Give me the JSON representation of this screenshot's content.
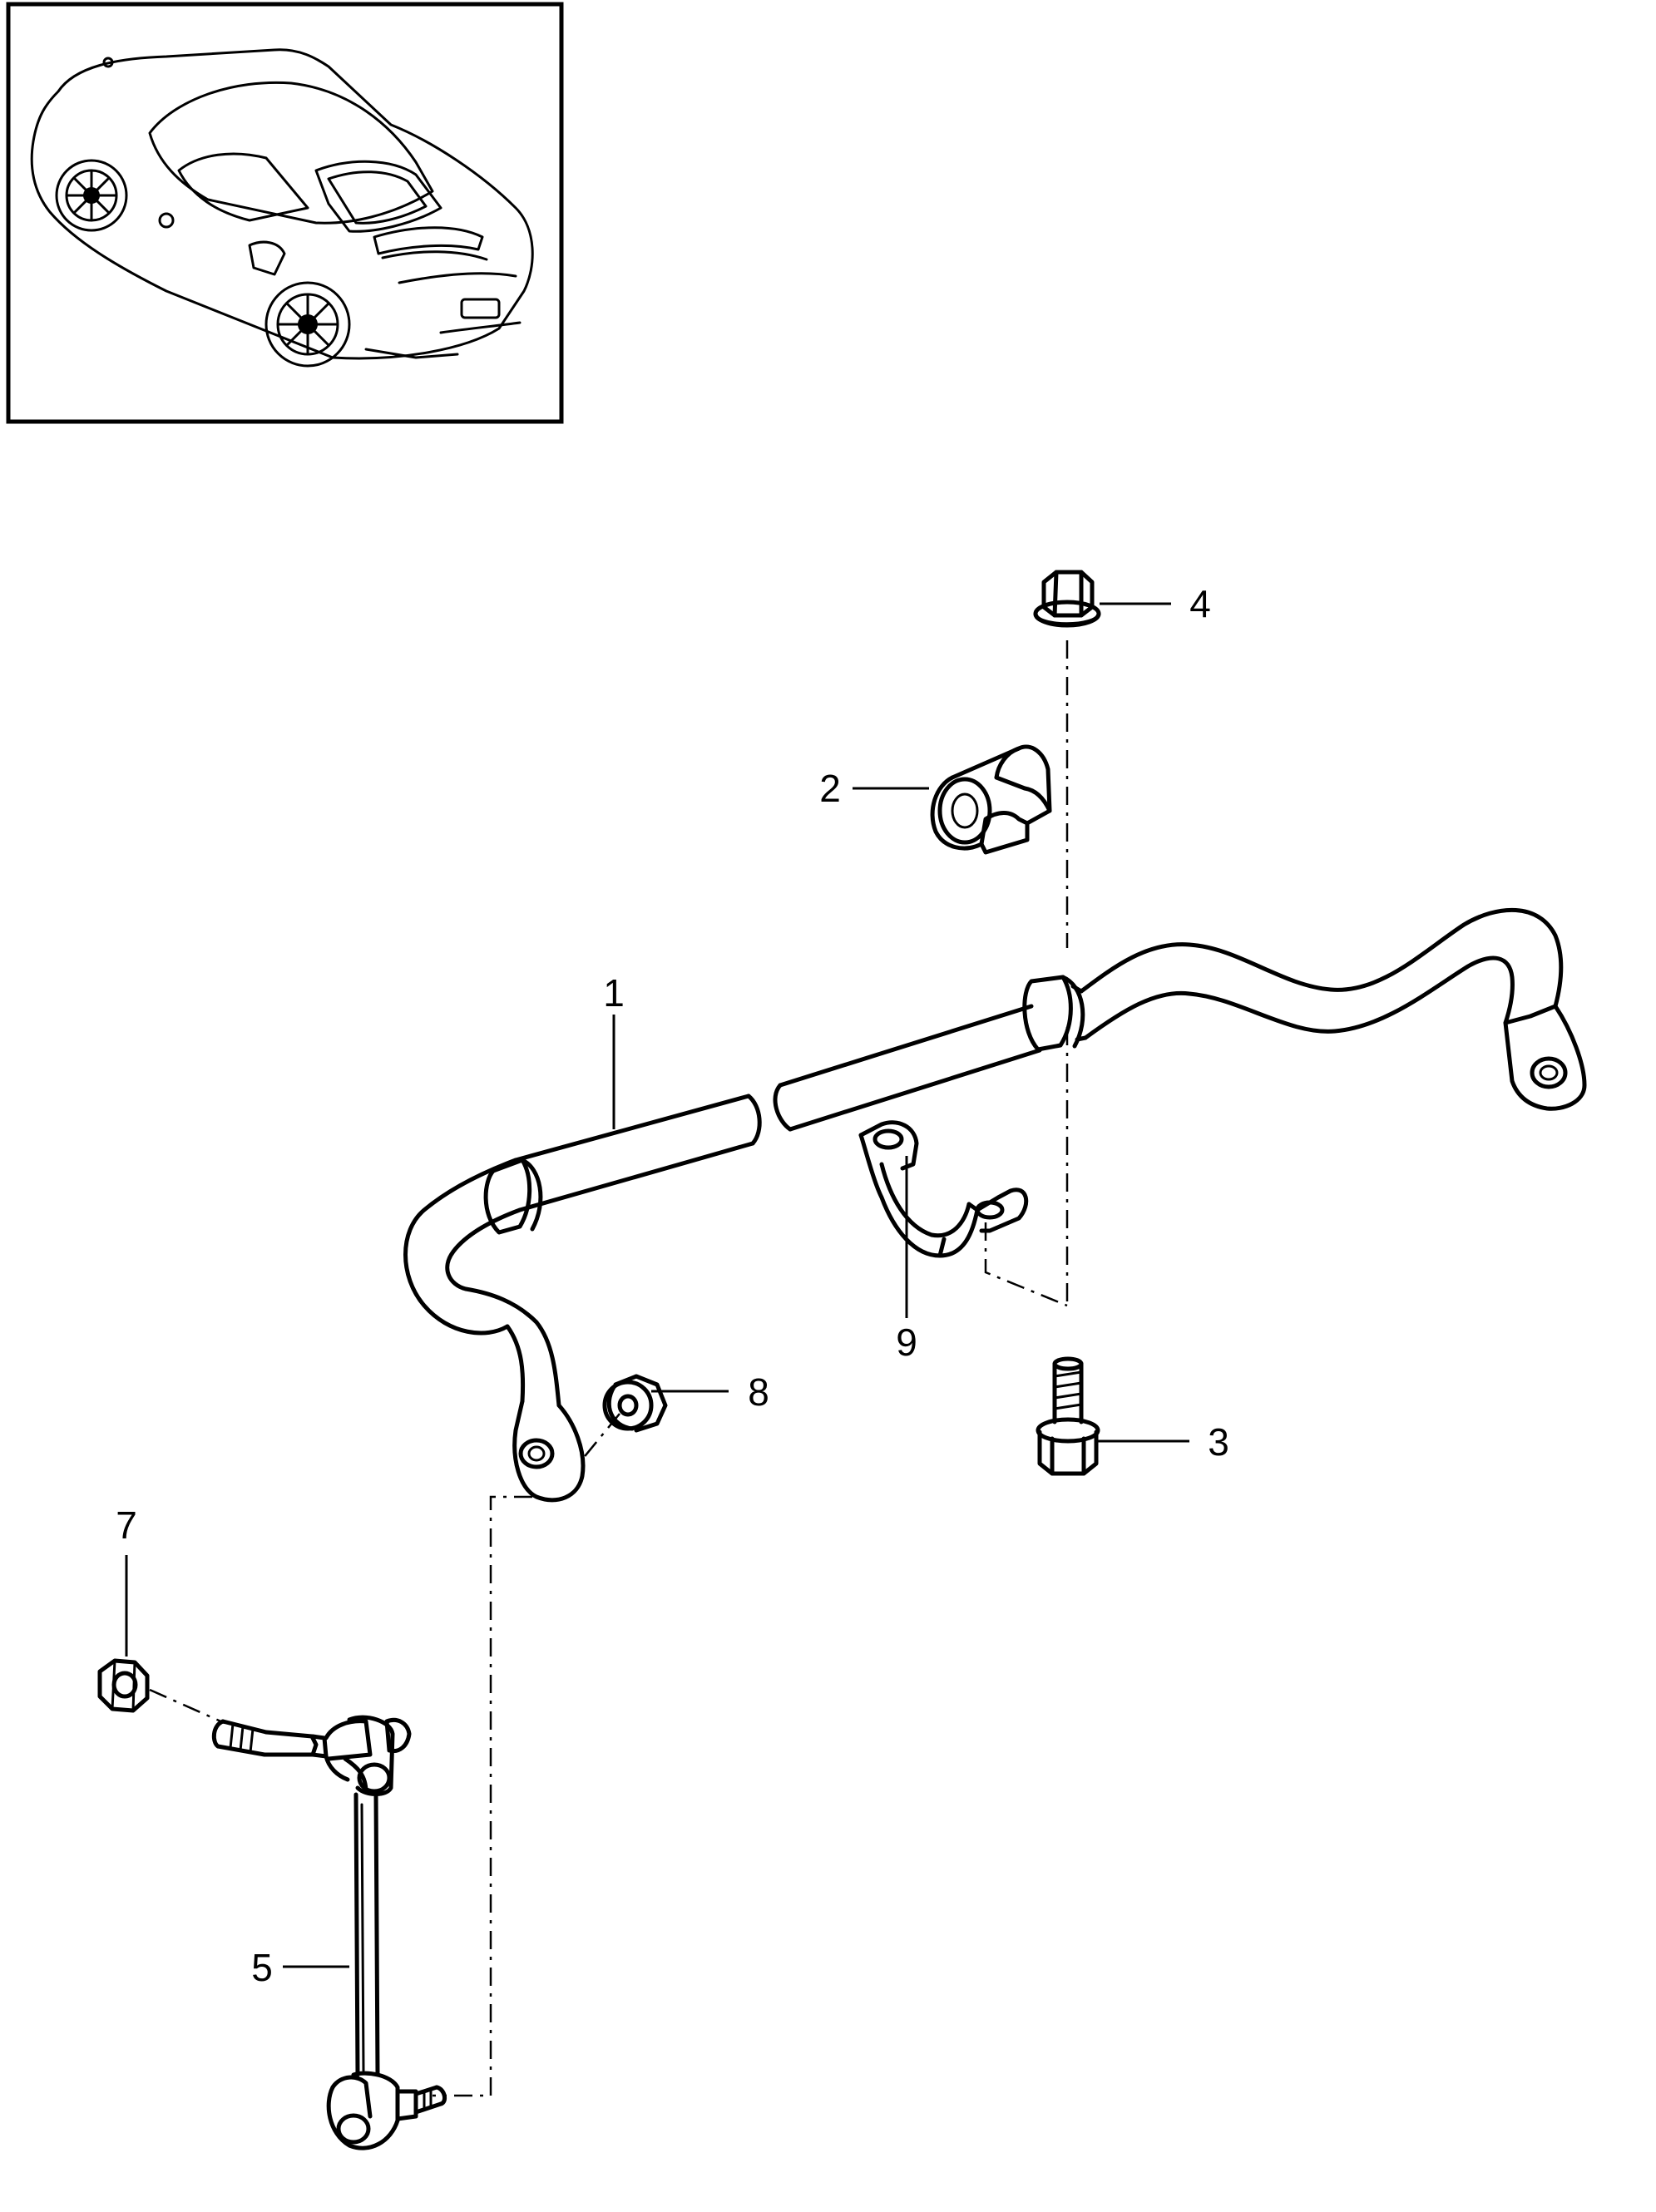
{
  "callouts": [
    {
      "id": "1",
      "label": "1"
    },
    {
      "id": "2",
      "label": "2"
    },
    {
      "id": "3",
      "label": "3"
    },
    {
      "id": "4",
      "label": "4"
    },
    {
      "id": "5",
      "label": "5"
    },
    {
      "id": "7",
      "label": "7"
    },
    {
      "id": "8",
      "label": "8"
    },
    {
      "id": "9",
      "label": "9"
    }
  ],
  "colors": {
    "line": "#000000",
    "background": "#ffffff"
  },
  "icons": {
    "inset": "car-rear-view-icon"
  }
}
